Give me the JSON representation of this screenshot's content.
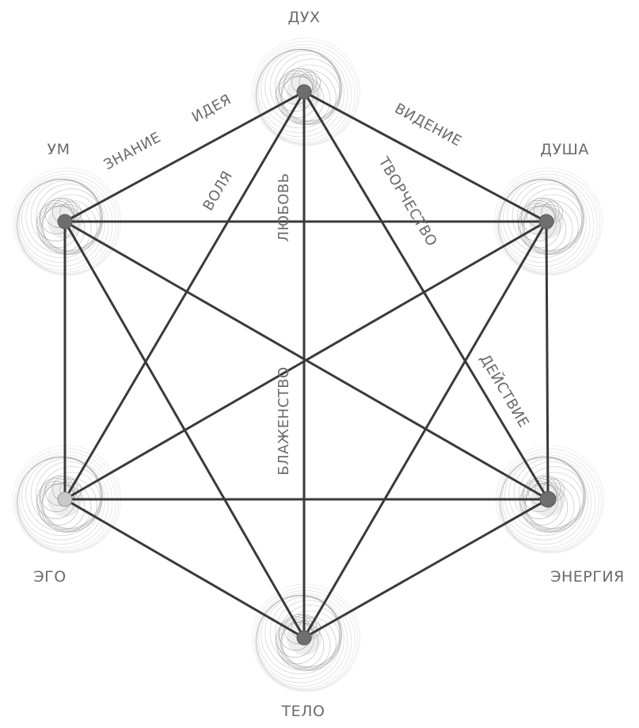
{
  "nodes": {
    "dukh": "ДУХ",
    "um": "УМ",
    "dusha": "ДУША",
    "ego": "ЭГО",
    "energiya": "ЭНЕРГИЯ",
    "telo": "ТЕЛО"
  },
  "edge_labels": {
    "znanie": "ЗНАНИЕ",
    "ideya": "ИДЕЯ",
    "videnie": "ВИДЕНИЕ",
    "volya": "ВОЛЯ",
    "lyubov": "ЛЮБОВЬ",
    "tvorchestvo": "ТВОРЧЕСТВО",
    "deystvie": "ДЕЙСТВИЕ",
    "blazhenstvo": "БЛАЖЕНСТВО"
  },
  "colors": {
    "line": "#3a3a3a",
    "text": "#6a6a6a",
    "node": "#6e6e6e",
    "ego_node": "#c8c8c8"
  }
}
